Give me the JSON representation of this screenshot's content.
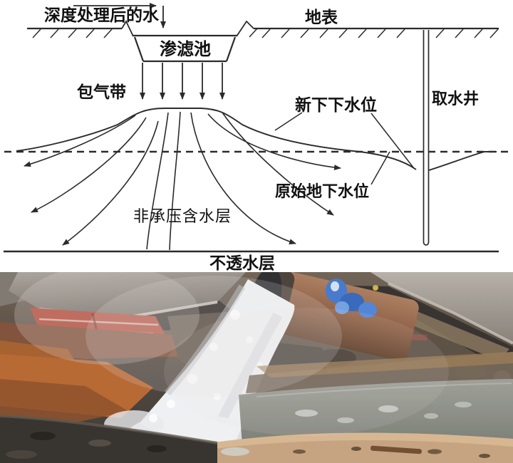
{
  "diagram": {
    "labels": {
      "treated_water": "深度处理后的水",
      "ground_surface": "地表",
      "infiltration_basin": "渗滤池",
      "vadose_zone": "包气带",
      "new_water_table": "新下下水位",
      "extraction_well": "取水井",
      "original_water_table": "原始地下水位",
      "unconfined_aquifer": "非承压含水层",
      "impermeable_layer": "不透水层"
    },
    "line_color": "#2b2b2b"
  },
  "photo": {
    "colors": {
      "water_jet": "#eef1f3",
      "pipe_rust": "#8a5a3e",
      "pipe_mouth": "#26262a",
      "brick_red": "#b0402f",
      "plastic_bag_blue": "#3f74c9",
      "red_stripe": "#b03226",
      "channel_water": "#8b8e85",
      "sandy_bank": "#c3a07c",
      "orange_sediment": "#b4622a",
      "concrete_gray": "#a09a92",
      "dark_soil": "#332e28"
    }
  }
}
